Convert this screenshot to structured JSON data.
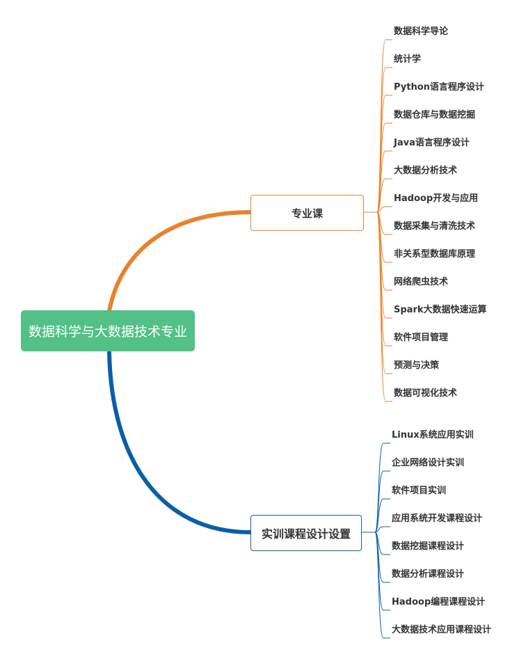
{
  "root": {
    "label": "数据科学与大数据技术专业"
  },
  "branches": [
    {
      "label": "专业课",
      "color": "#e8822d",
      "items": [
        "数据科学导论",
        "统计学",
        "Python语言程序设计",
        "数据仓库与数据挖掘",
        "Java语言程序设计",
        "大数据分析技术",
        "Hadoop开发与应用",
        "数据采集与清洗技术",
        "非关系型数据库原理",
        "网络爬虫技术",
        "Spark大数据快速运算",
        "软件项目管理",
        "预测与决策",
        "数据可视化技术"
      ]
    },
    {
      "label": "实训课程设计设置",
      "color": "#0a5ea8",
      "items": [
        "Linux系统应用实训",
        "企业网络设计实训",
        "软件项目实训",
        "应用系统开发课程设计",
        "数据挖掘课程设计",
        "数据分析课程设计",
        "Hadoop编程课程设计",
        "大数据技术应用课程设计"
      ]
    }
  ]
}
